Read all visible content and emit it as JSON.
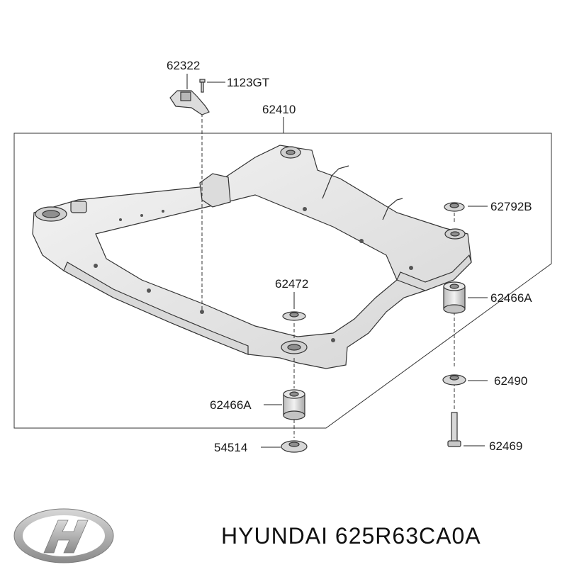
{
  "labels": {
    "p62322": "62322",
    "p1123GT": "1123GT",
    "p62410": "62410",
    "p62792B": "62792B",
    "p62472": "62472",
    "p62466A_right": "62466A",
    "p62490": "62490",
    "p62466A_left": "62466A",
    "p54514": "54514",
    "p62469": "62469"
  },
  "brand": {
    "caption": "HYUNDAI 625R63CA0A",
    "logo_icon": "hyundai-logo-icon"
  },
  "colors": {
    "frame_fill": "#ececec",
    "frame_shade": "#cfcfcf",
    "line": "#222222",
    "logo": "#9a9a9a"
  }
}
